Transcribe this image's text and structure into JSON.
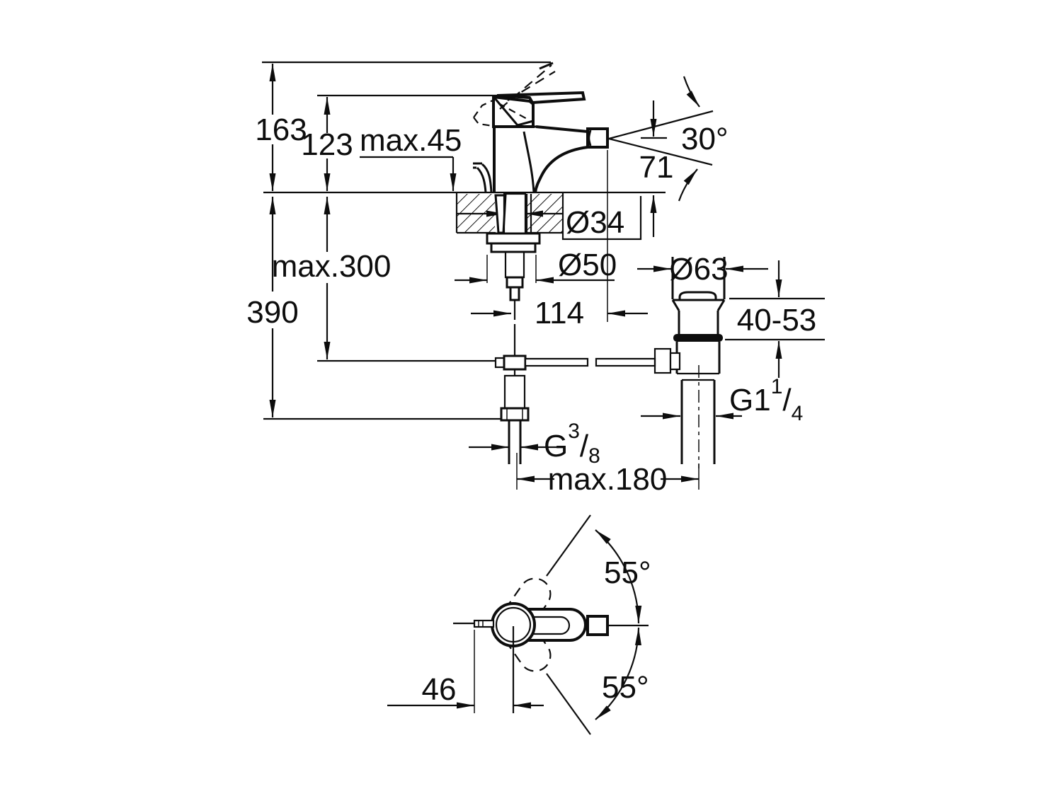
{
  "page": {
    "background_color": "#ffffff",
    "line_color": "#0d0d0d",
    "drawing_type": "technical dimension drawing, single-lever bidet mixer with pop-up waste"
  },
  "labels": {
    "dim_163": "163",
    "dim_123": "123",
    "dim_max_45": "max.45",
    "dim_30_deg": "30°",
    "dim_71": "71",
    "dim_dia_34": "Ø34",
    "dim_dia_50": "Ø50",
    "dim_max_300": "max.300",
    "dim_390": "390",
    "dim_114": "114",
    "dim_dia_63": "Ø63",
    "dim_40_53": "40-53",
    "thread_waste_main": "G1",
    "thread_waste_numerator": "1",
    "thread_waste_slash": "/",
    "thread_waste_denominator": "4",
    "thread_supply_main": "G",
    "thread_supply_numerator": "3",
    "thread_supply_slash": "/",
    "thread_supply_denominator": "8",
    "dim_max_180": "max.180",
    "dim_55_deg_upper": "55°",
    "dim_55_deg_lower": "55°",
    "dim_46": "46"
  }
}
